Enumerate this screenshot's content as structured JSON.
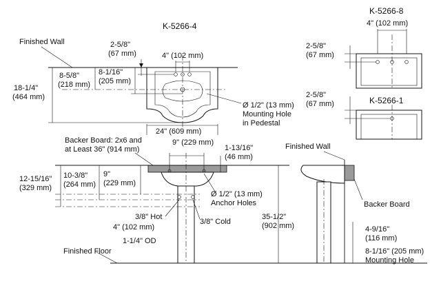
{
  "models": {
    "main": "K-5266-4",
    "side_top": "K-5266-8",
    "side_bottom": "K-5266-1"
  },
  "top_view": {
    "finished_wall": "Finished Wall",
    "dim_setback": "2-5/8\"",
    "dim_setback_mm": "(67 mm)",
    "dim_faucet_spread": "4\" (102 mm)",
    "dim_depth_a": "8-5/8\"",
    "dim_depth_a_mm": "(218 mm)",
    "dim_depth_b": "8-1/16\"",
    "dim_depth_b_mm": "(205 mm)",
    "dim_overall_depth": "18-1/4\"",
    "dim_overall_depth_mm": "(464 mm)",
    "dim_width": "24\" (609 mm)",
    "hole_note_1": "Ø 1/2\" (13 mm)",
    "hole_note_2": "Mounting Hole",
    "hole_note_3": "in Pedestal"
  },
  "side_top": {
    "dim_spread": "4\" (102 mm)",
    "dim_setback": "2-5/8\"",
    "dim_setback_mm": "(67 mm)"
  },
  "side_bottom": {
    "dim_setback": "2-5/8\"",
    "dim_setback_mm": "(67 mm)"
  },
  "front_view": {
    "backer_1": "Backer Board: 2x6 and",
    "backer_2": "at Least 36\" (914 mm)",
    "dim_9_top": "9\" (229 mm)",
    "dim_113": "1-13/16\"",
    "dim_113_mm": "(46 mm)",
    "dim_1215": "12-15/16\"",
    "dim_1215_mm": "(329 mm)",
    "dim_1038": "10-3/8\"",
    "dim_1038_mm": "(264 mm)",
    "dim_9": "9\"",
    "dim_9_mm": "(229 mm)",
    "anchor_1": "Ø 1/2\" (13 mm)",
    "anchor_2": "Anchor Holes",
    "hot": "3/8\" Hot",
    "hot_spread": "4\" (102 mm)",
    "cold": "3/8\" Cold",
    "od": "1-1/4\" OD",
    "height": "35-1/2\"",
    "height_mm": "(902 mm)",
    "finished_floor": "Finished Floor"
  },
  "side_view": {
    "finished_wall": "Finished Wall",
    "backer_board": "Backer Board",
    "dim_49": "4-9/16\"",
    "dim_49_mm": "(116 mm)",
    "dim_81": "8-1/16\" (205 mm)",
    "mounting_hole": "Mounting Hole"
  }
}
